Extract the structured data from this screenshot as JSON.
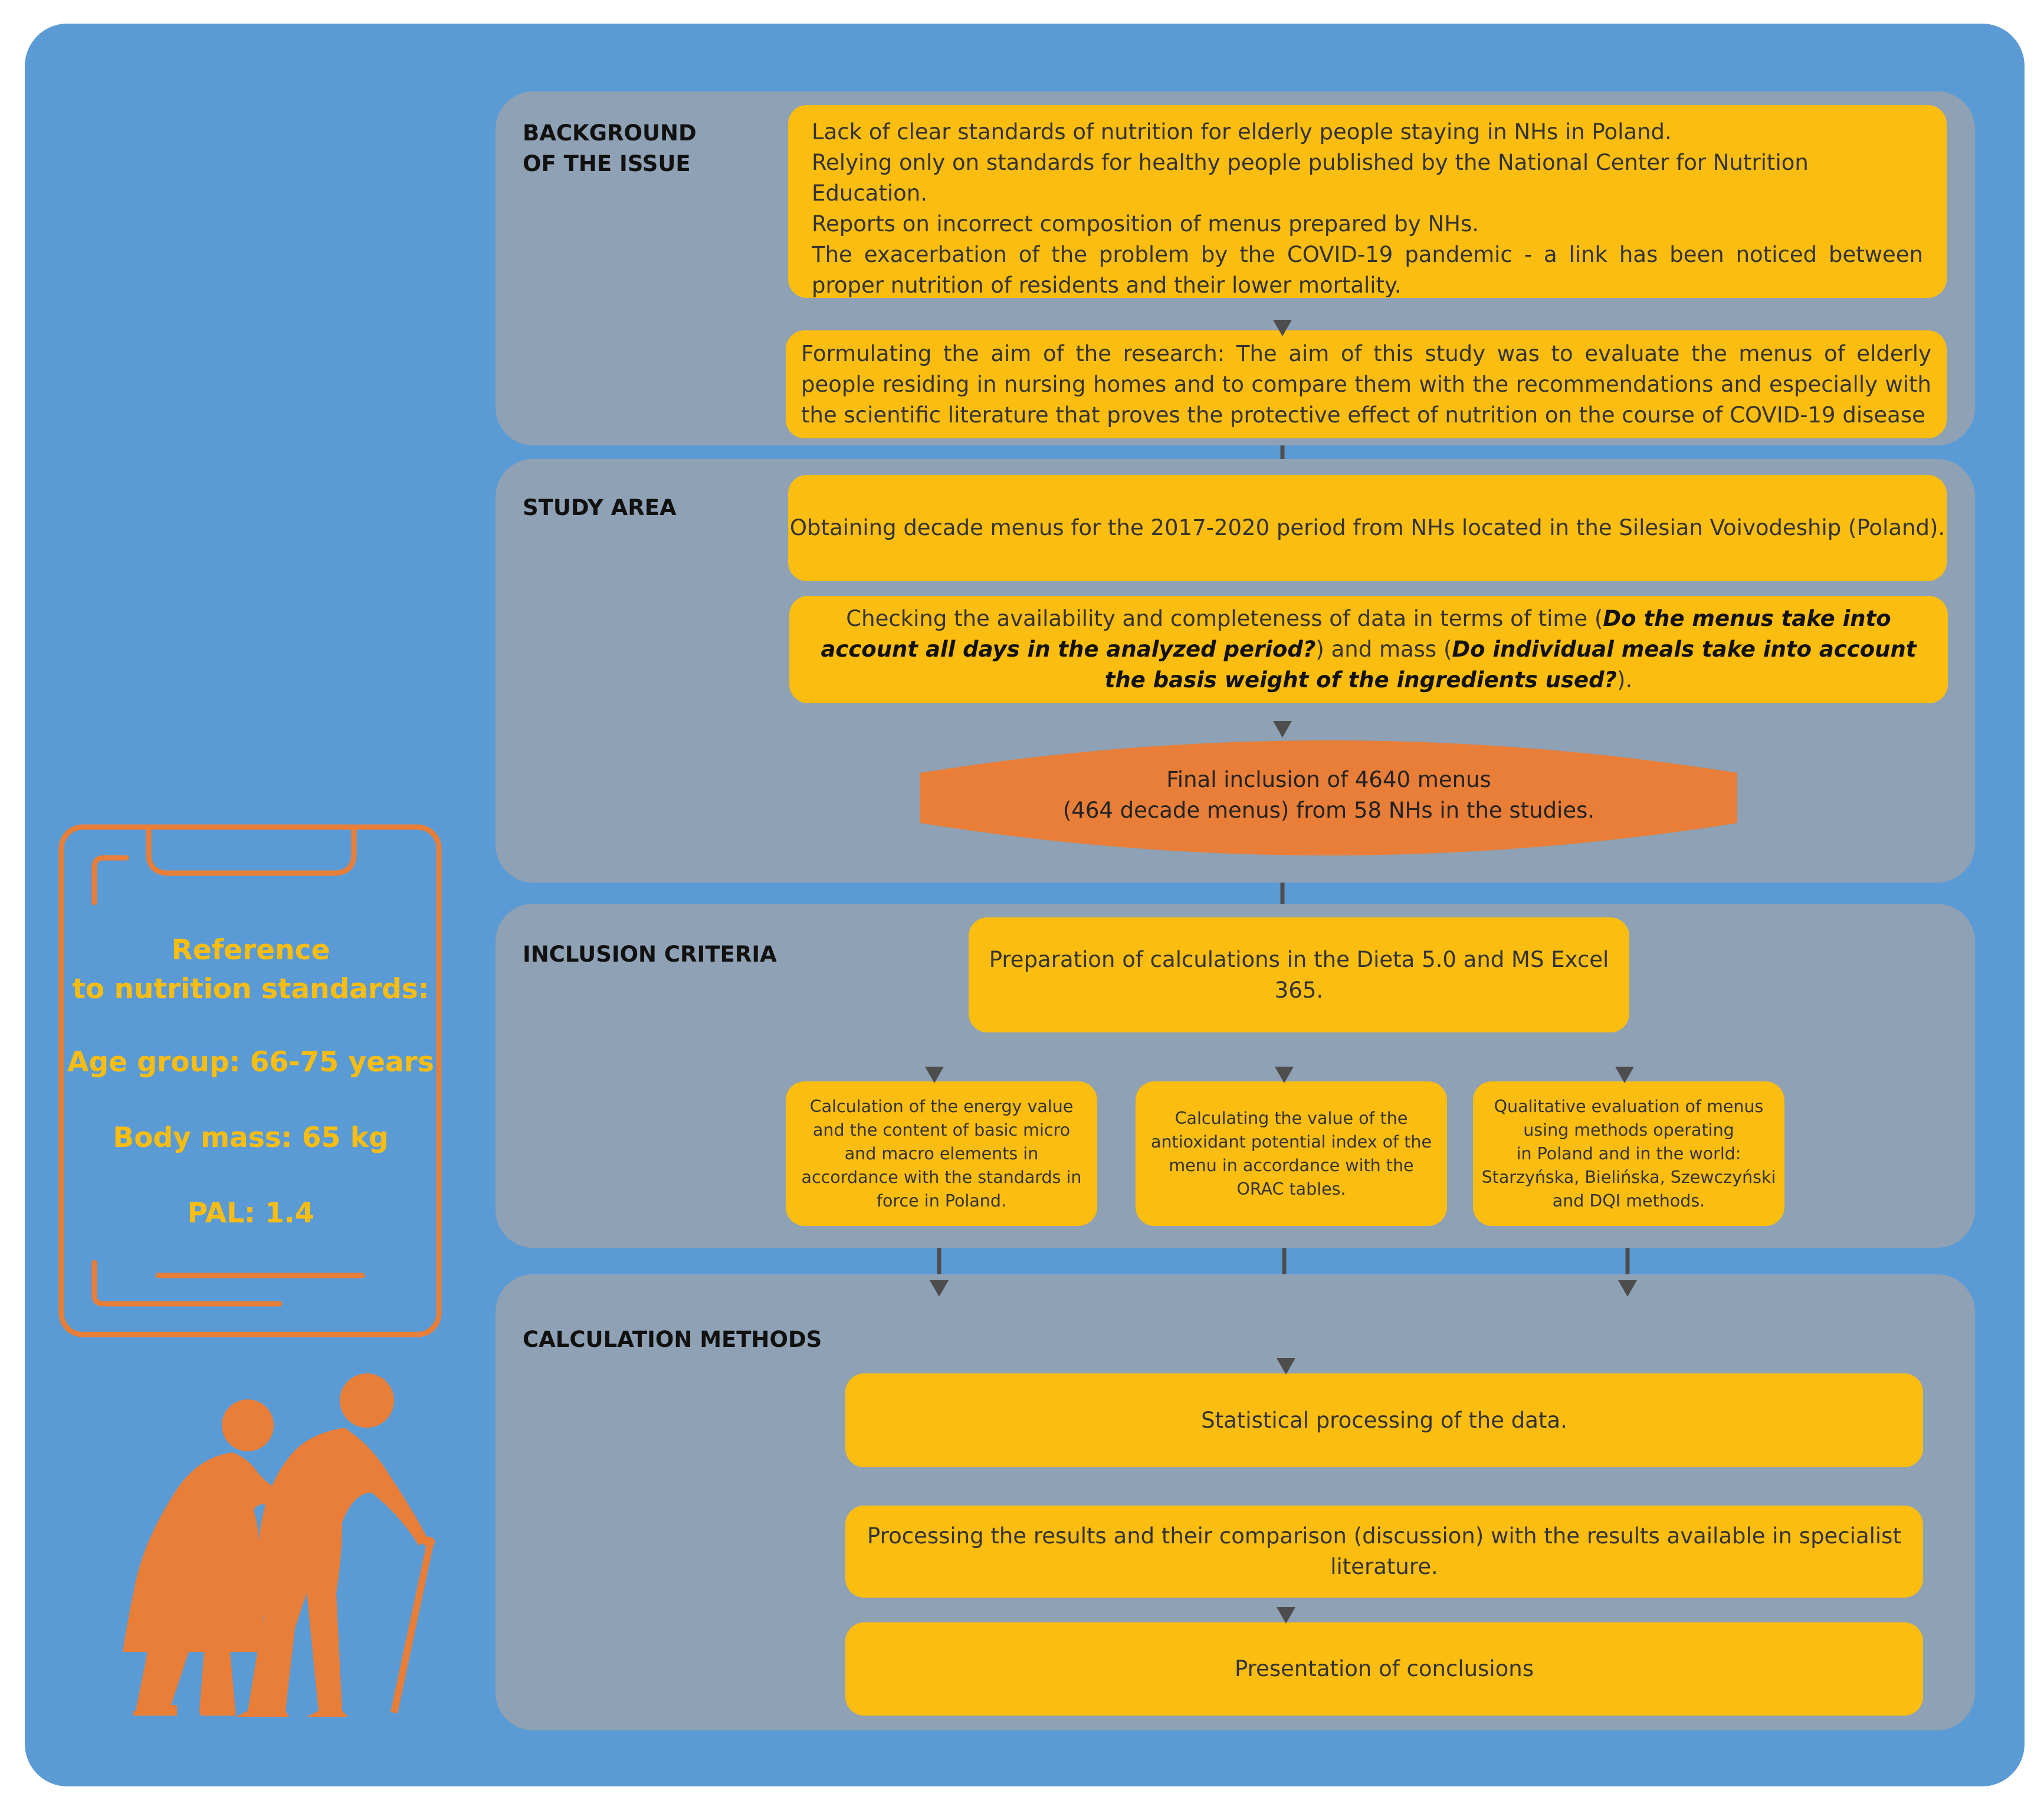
{
  "sections": {
    "background": {
      "title_line1": "BACKGROUND",
      "title_line2": "OF THE ISSUE",
      "box1_lines": [
        "Lack of clear standards of nutrition for elderly people staying in NHs in Poland.",
        "Relying only on standards for healthy people published by the National Center for Nutrition Education.",
        "Reports on incorrect composition of menus prepared by NHs.",
        "The exacerbation of the problem by the COVID-19 pandemic - a link has been noticed between proper nutrition of residents and their lower mortality."
      ],
      "box2": "Formulating the aim of the research: The aim of this study was to evaluate the menus of elderly people residing in nursing homes and to compare them with the recommendations and especially with the scientific literature that proves the protective effect of nutrition on the course of COVID-19 disease"
    },
    "study_area": {
      "title": "STUDY AREA",
      "box1": "Obtaining decade menus for the 2017-2020 period from NHs located in the Silesian Voivodeship (Poland).",
      "box2_part1": "Checking the availability and completeness of data in terms of time (",
      "box2_q1": "Do the menus take into account all days in the analyzed period?",
      "box2_part2": ") and mass (",
      "box2_q2": "Do individual meals take into account the basis weight of the ingredients used?",
      "box2_part3": ").",
      "final_line1": "Final inclusion of 4640 menus",
      "final_line2": "(464 decade menus) from 58 NHs in the studies."
    },
    "inclusion": {
      "title": "INCLUSION CRITERIA",
      "prep": "Preparation of calculations in the Dieta 5.0 and MS Excel 365.",
      "calc1": "Calculation of the energy value and the content of basic micro and macro elements in accordance with the standards in force in Poland.",
      "calc2": "Calculating the value of the antioxidant potential index of the menu in accordance with the ORAC tables.",
      "calc3_line1": "Qualitative evaluation of menus using methods operating",
      "calc3_line2": "in Poland and in the world: Starzyńska, Bielińska, Szewczyński and DQI methods."
    },
    "calculation": {
      "title": "CALCULATION METHODS",
      "stat": "Statistical processing of the data.",
      "processing": "Processing the results and their comparison (discussion) with the results available in specialist literature.",
      "conclusions": "Presentation of conclusions"
    }
  },
  "reference": {
    "line1": "Reference",
    "line2": "to nutrition standards:",
    "age": "Age group: 66-75 years",
    "mass": "Body mass: 65 kg",
    "pal": "PAL: 1.4"
  },
  "colors": {
    "background_blue": "#5b9bd5",
    "panel_gray": "#8fa1b4",
    "box_yellow": "#fbbd0f",
    "accent_orange": "#e87e37",
    "arrow_gray": "#4d4d4d"
  },
  "icons": [
    "clipboard-icon",
    "elderly-couple-icon"
  ]
}
